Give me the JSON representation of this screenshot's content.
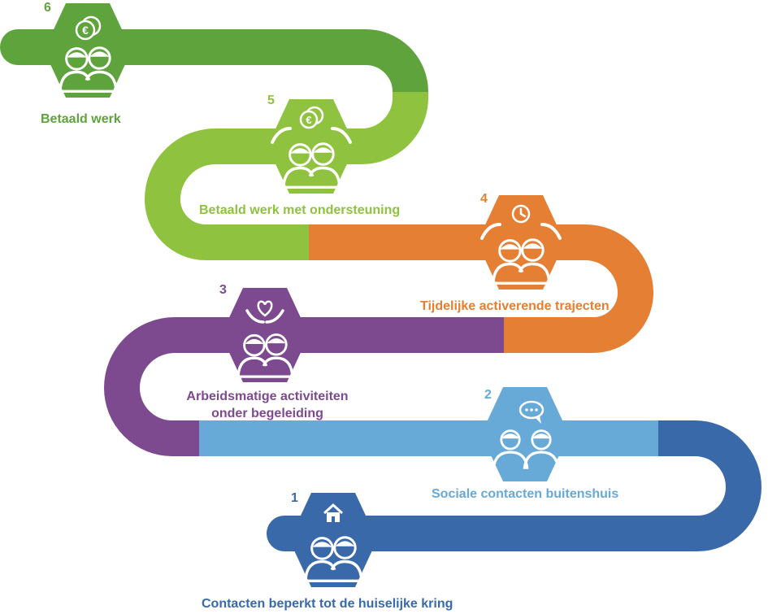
{
  "colors": {
    "step1": "#3a69a9",
    "step2": "#67a9d7",
    "step3": "#7d4a90",
    "step4": "#e47f33",
    "step5": "#8fc23f",
    "step6": "#5ea33b"
  },
  "steps": [
    {
      "number": "1",
      "title": "Contacten beperkt tot de huiselijke kring",
      "icon": "house-icon"
    },
    {
      "number": "2",
      "title": "Sociale contacten buitenshuis",
      "icon": "speech-bubble-icon"
    },
    {
      "number": "3",
      "title_line1": "Arbeidsmatige activiteiten",
      "title_line2": "onder begeleiding",
      "icon": "heart-hands-icon"
    },
    {
      "number": "4",
      "title": "Tijdelijke activerende trajecten",
      "icon": "clock-icon"
    },
    {
      "number": "5",
      "title": "Betaald werk met ondersteuning",
      "icon": "euro-coins-icon"
    },
    {
      "number": "6",
      "title": "Betaald werk",
      "icon": "euro-coins-icon"
    }
  ]
}
